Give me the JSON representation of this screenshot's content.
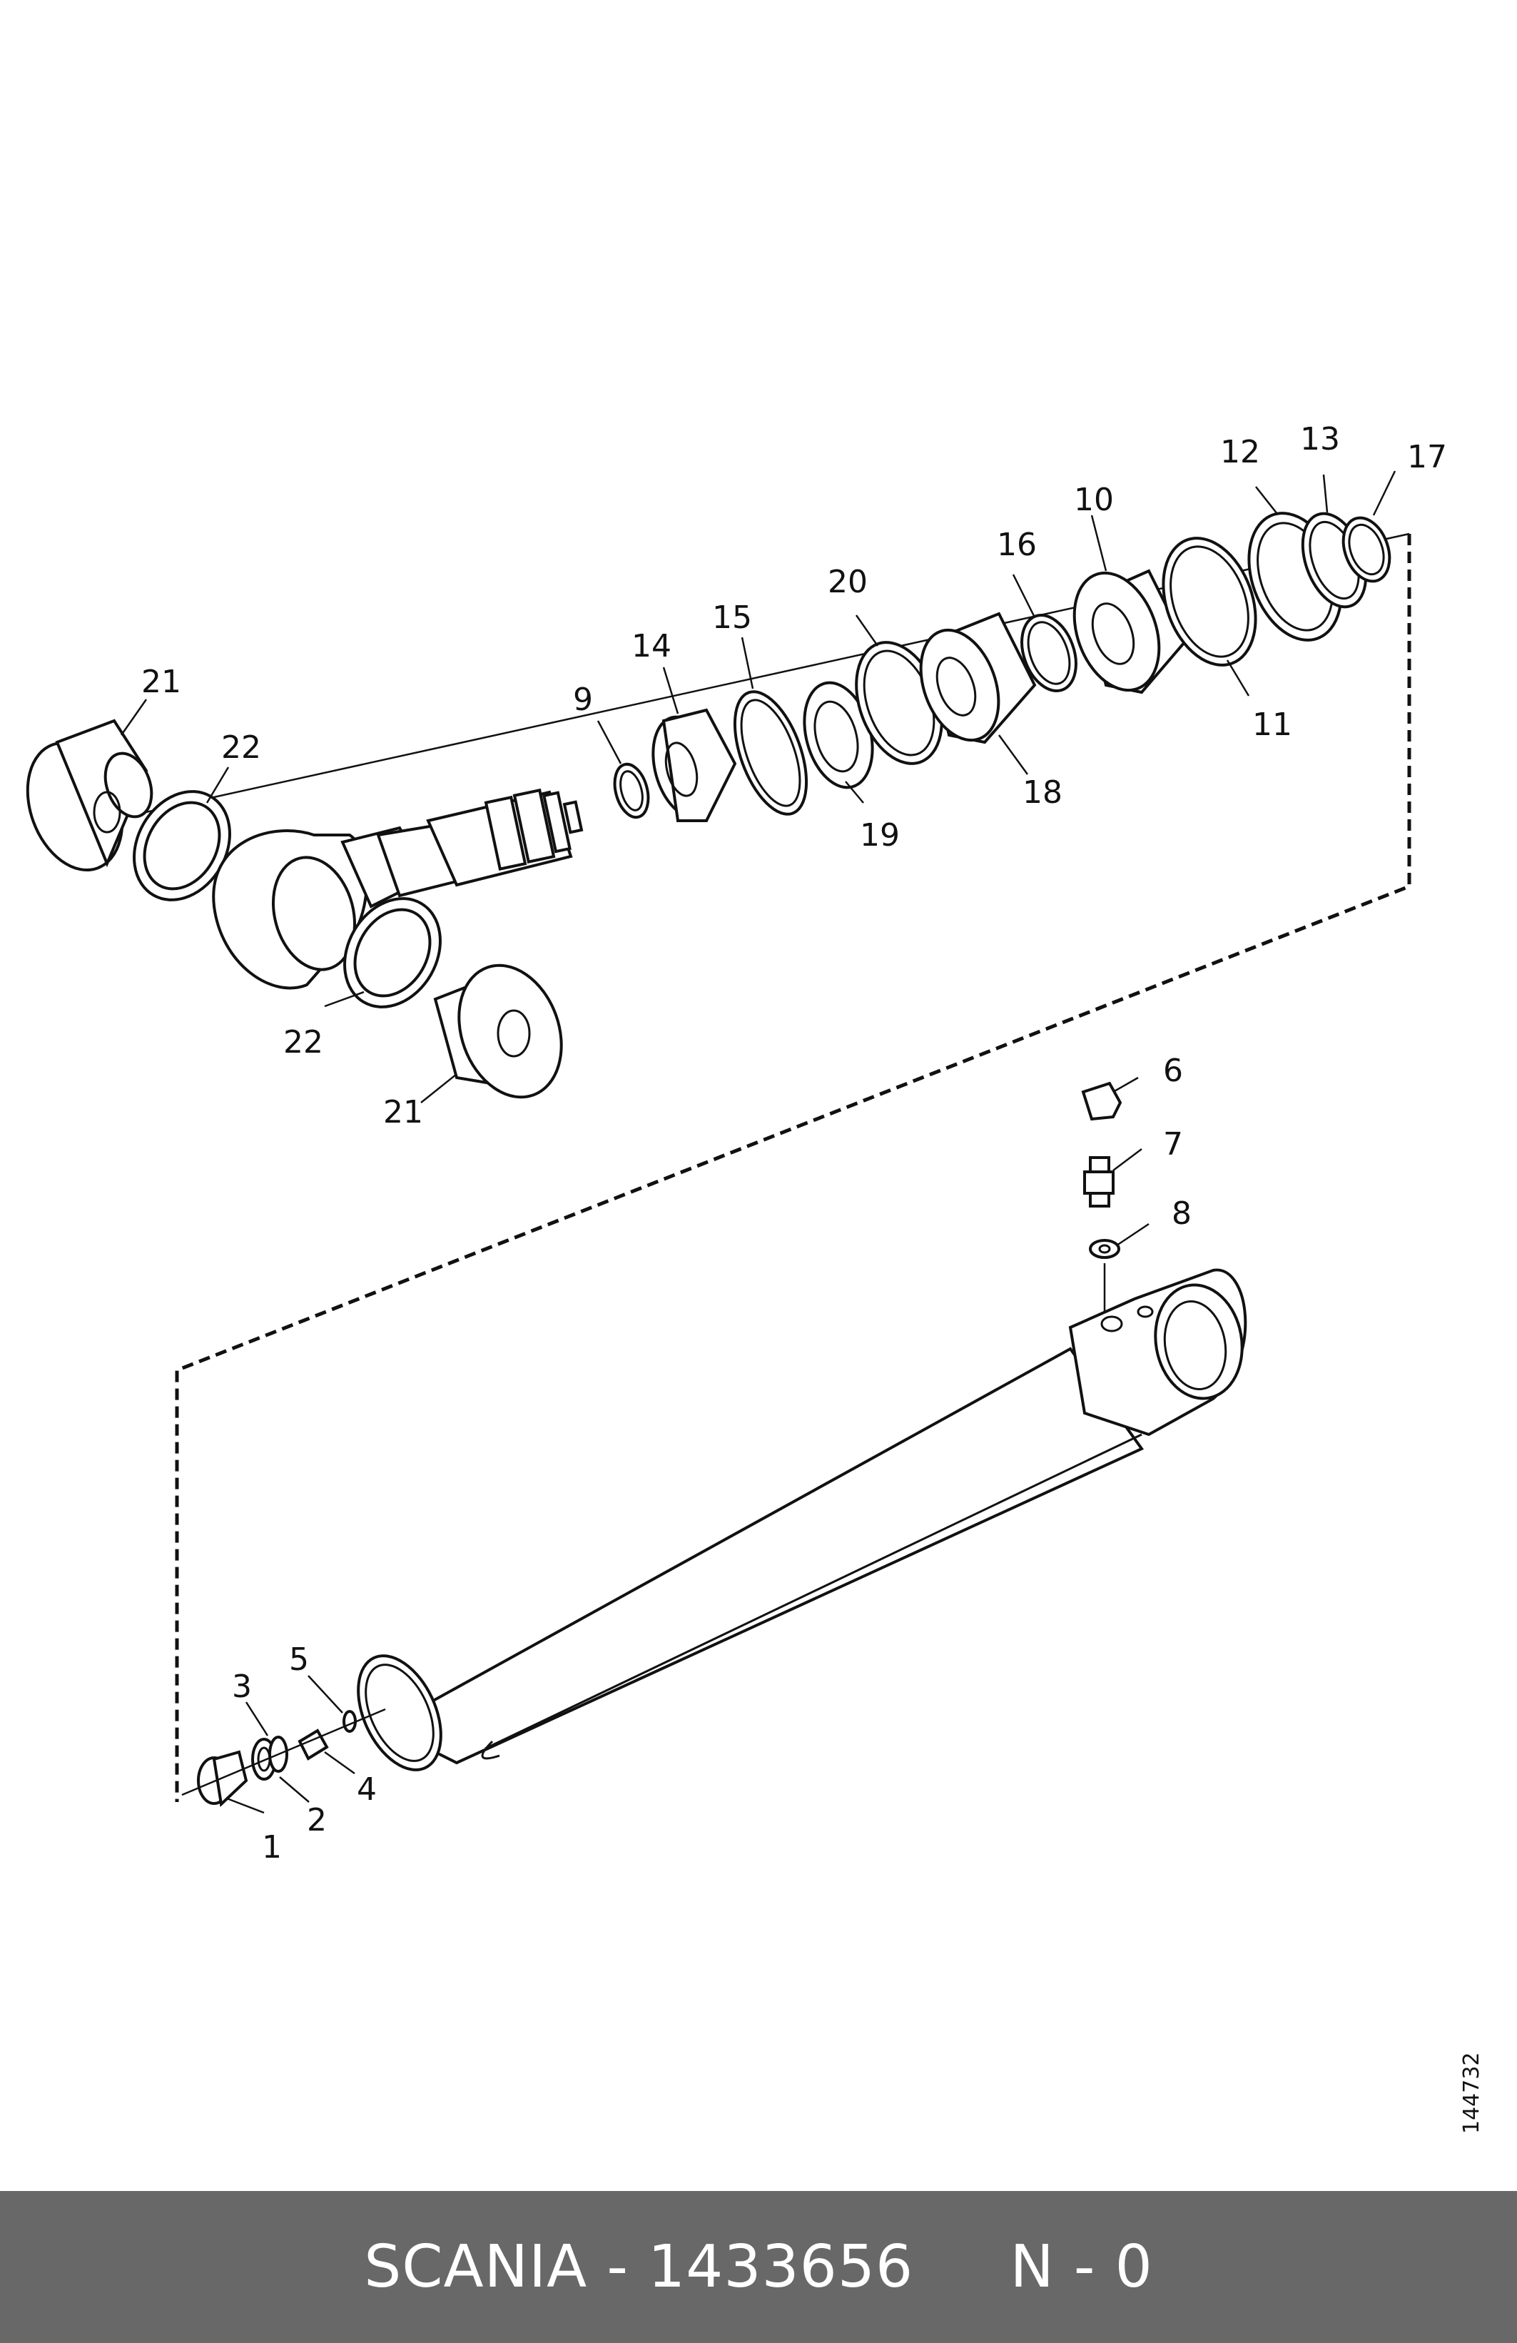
{
  "callouts": {
    "c1": "1",
    "c2": "2",
    "c3": "3",
    "c4": "4",
    "c5": "5",
    "c6": "6",
    "c7": "7",
    "c8": "8",
    "c9": "9",
    "c10": "10",
    "c11": "11",
    "c12": "12",
    "c13": "13",
    "c14": "14",
    "c15": "15",
    "c16": "16",
    "c17": "17",
    "c18": "18",
    "c19": "19",
    "c20": "20",
    "c21a": "21",
    "c21b": "21",
    "c22a": "22",
    "c22b": "22"
  },
  "drawing_id": "144732",
  "footer": {
    "text": "SCANIA - 1433656     N - 0"
  }
}
